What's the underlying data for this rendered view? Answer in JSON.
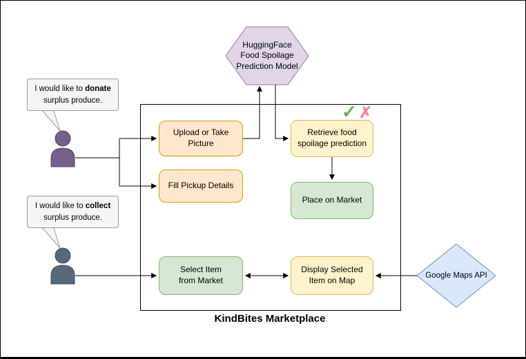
{
  "diagram": {
    "title": "KindBites Marketplace",
    "actors": {
      "donor": {
        "speech_prefix": "I would like to ",
        "speech_bold": "donate",
        "speech_line2": "surplus produce."
      },
      "collector": {
        "speech_prefix": "I would like to ",
        "speech_bold": "collect",
        "speech_line2": "surplus produce."
      }
    },
    "external_nodes": {
      "model": {
        "label": "HuggingFace\nFood Spoilage\nPrediction Model"
      },
      "maps": {
        "label": "Google Maps API"
      }
    },
    "process_nodes": {
      "upload": {
        "label": "Upload or Take\nPicture"
      },
      "pickup": {
        "label": "Fill Pickup Details"
      },
      "retrieve": {
        "label": "Retrieve food\nspoilage prediction"
      },
      "place": {
        "label": "Place on Market"
      },
      "select": {
        "label": "Select Item\nfrom Market"
      },
      "display": {
        "label": "Display Selected\nItem on Map"
      }
    },
    "icons": {
      "check": "✓",
      "cross": "✗"
    },
    "colors": {
      "process_orange_fill": "#ffe6cc",
      "process_orange_stroke": "#d79b00",
      "process_yellow_fill": "#fff2cc",
      "process_yellow_stroke": "#d6b656",
      "process_green_fill": "#d5e8d4",
      "process_green_stroke": "#82b366",
      "model_purple_fill": "#e1d5e7",
      "model_purple_stroke": "#9673a6",
      "maps_blue_fill": "#dae8fc",
      "maps_blue_stroke": "#6c8ebf",
      "donor_person": "#76608a",
      "collector_person": "#56687a",
      "check_green": "#6cb04d",
      "cross_red": "#ee8c9a"
    }
  }
}
